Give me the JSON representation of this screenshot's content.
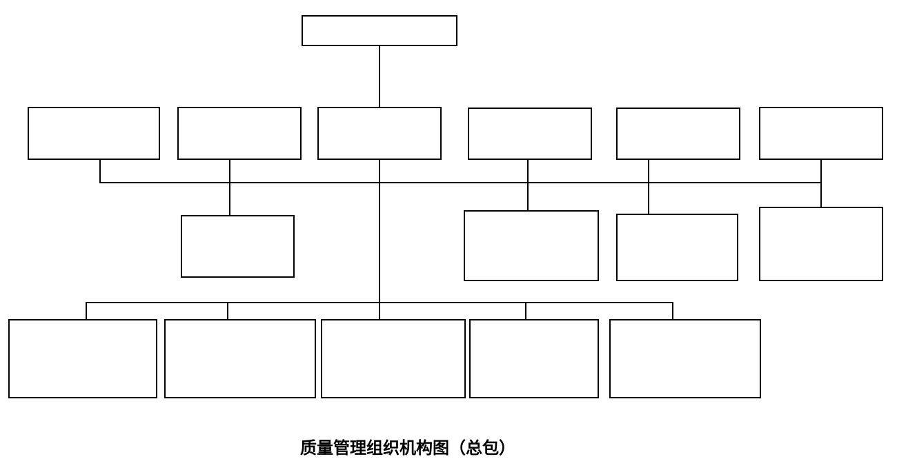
{
  "caption": "质量管理组织机构图（总包）",
  "colors": {
    "line": "#000000",
    "box_fill": "#ffffff",
    "background": "#ffffff",
    "text": "#000000"
  },
  "diagram": {
    "type": "org-chart",
    "levels": [
      {
        "row": 1,
        "box_count": 1,
        "labels": [
          ""
        ]
      },
      {
        "row": 2,
        "box_count": 6,
        "labels": [
          "",
          "",
          "",
          "",
          "",
          ""
        ]
      },
      {
        "row": 3,
        "box_count": 4,
        "labels": [
          "",
          "",
          "",
          ""
        ]
      },
      {
        "row": 4,
        "box_count": 5,
        "labels": [
          "",
          "",
          "",
          "",
          ""
        ]
      }
    ]
  }
}
